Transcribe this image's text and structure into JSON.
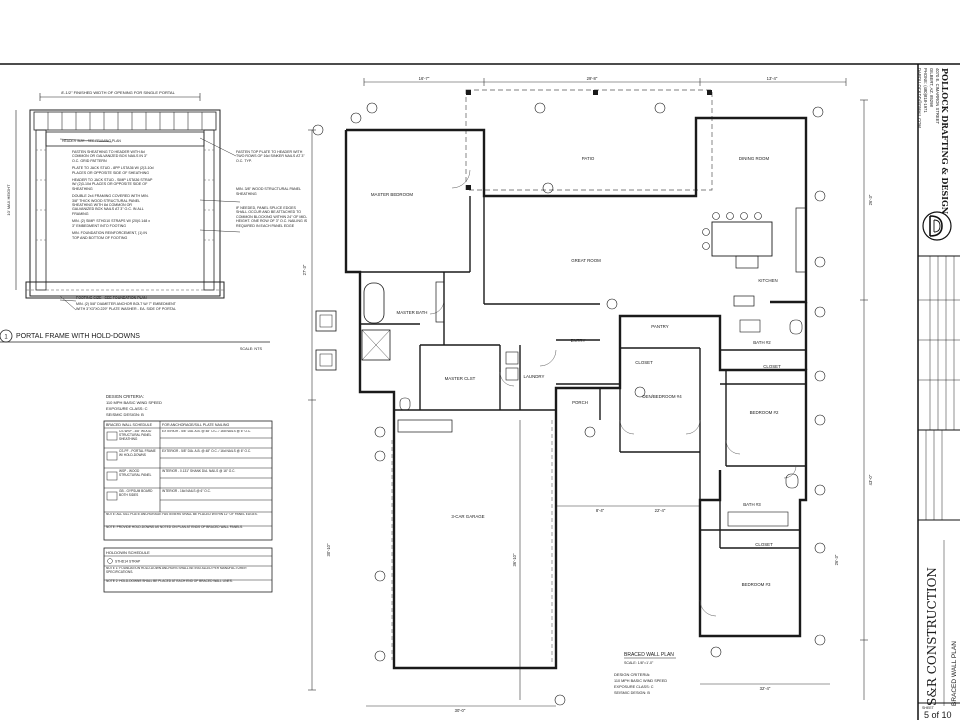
{
  "detail": {
    "top_dim": "8'-1/2\" FINISHED WIDTH OF OPENING FOR SINGLE PORTAL",
    "side_dim": "10' MAX HEIGHT",
    "notes_left": [
      "HEADER SIZE - SEE FRAMING PLAN",
      "FASTEN SHEATHING TO HEADER WITH 8d COMMON OR GALVANIZED BOX NAILS IN 3\" O.C. GRID PATTERN",
      "PLATE TO JACK STUD - 8PP LSTA36 W/ (2)3-10d PLACES OR OPPOSITE SIDE OF SHEATHING",
      "HEADER TO JACK STUD - SIMP LSTA36 STRAP W/ (2)3-10d PLACES OR OPPOSITE SIDE OF SHEATHING",
      "DOUBLE 2x4 FRAMING COVERED WITH MIN. 3/8\" THICK WOOD STRUCTURAL PANEL SHEATHING WITH 8d COMMON OR GALVANIZED BOX NAILS AT 3\" O.C. IN ALL FRAMING",
      "MIN. (2) SIMP. STHD10 STRAPS W/ (20)0.148 x 3\" EMBEDMENT INTO FOOTING",
      "MIN. FOUNDATION REINFORCEMENT, (1) IN TOP AND BOTTOM OF FOOTING",
      "FOOTING SIZE - SEE FOUNDATION PLAN",
      "MIN. (2) 5/8\" DIAMETER ANCHOR BOLT W/ 7\" EMBEDMENT WITH 3\"X3\"X0.229\" PLATE WASHER - EA. SIDE OF PORTAL"
    ],
    "notes_right": [
      "FASTEN TOP PLATE TO HEADER WITH TWO ROWS OF 16d SINKER NAILS AT 3\" O.C. TYP.",
      "MIN. 3/8\" WOOD STRUCTURAL PANEL SHEATHING",
      "IF NEEDED, PANEL SPLICE EDGES SHALL OCCUR AND BE ATTACHED TO COMMON BLOCKING WITHIN 24\" OF MID-HEIGHT. ONE ROW OF 3\" O.C. NAILING IS REQUIRED IN EACH PANEL EDGE"
    ],
    "title": "PORTAL FRAME WITH HOLD-DOWNS",
    "number": "1",
    "scale": "SCALE: NTS"
  },
  "design_criteria_left": {
    "heading": "DESIGN CRITERIA:",
    "lines": [
      "110 MPH BASIC WIND SPEED",
      "EXPOSURE CLASS: C",
      "SEISMIC DESIGN: B"
    ]
  },
  "braced_schedule": {
    "col_method": "BRACED WALL SCHEDULE",
    "col_nailing": "FOR ANCHORAGE/SILL PLATE NAILING",
    "rows": [
      {
        "method": "CS-WSP - 3/8\" WOOD STRUCTURAL PANEL SHEATHING",
        "nailing": "EXTERIOR - 5/8\" DIA. A.B. @ 48\" O.C. / 16d NAILS @ 6\" O.C."
      },
      {
        "method": "CS-PF - PORTAL FRAME W/ HOLD-DOWNS",
        "nailing": "EXTERIOR - 5/8\" DIA. A.B. @ 48\" O.C. / 16d NAILS @ 6\" O.C."
      },
      {
        "method": "WSP - WOOD STRUCTURAL PANEL",
        "nailing": "INTERIOR - 0.131\" SHANK DIA. NAILS @ 16\" O.C."
      },
      {
        "method": "GB - GYPSUM BOARD BOTH SIDES",
        "nailing": "INTERIOR - 16d NAILS @ 6\" O.C."
      }
    ],
    "note_1": "NOTE: ALL SILL PLATE ANCHORAGE FASTENERS SHALL BE PLACED WITHIN 12\" OF PANEL EDGES.",
    "note_2": "NOTE: PROVIDE HOLD-DOWNS AS NOTED ON PLAN AT ENDS OF BRACED WALL PANELS."
  },
  "holdown": {
    "title": "HOLDOWN SCHEDULE",
    "rows": [
      "STHD14 STRAP"
    ],
    "note_1": "NOTE 1: FOUNDATION HOLD-DOWN ANCHORS SHALL BE INSTALLED PER MANUFACTURER SPECIFICATIONS.",
    "note_2": "NOTE 2: HOLD-DOWNS SHALL BE PLACED AT EACH END OF BRACED WALL LINES."
  },
  "rooms": {
    "patio": "PATIO",
    "dining": "DINING ROOM",
    "master_bedroom": "MASTER BEDROOM",
    "great_room": "GREAT ROOM",
    "kitchen": "KITCHEN",
    "master_bath": "MASTER BATH",
    "pantry": "PANTRY",
    "entry": "ENTRY",
    "bath2": "BATH #2",
    "closet1": "CLOSET",
    "closet2": "CLOSET",
    "closet3": "CLOSET",
    "master_closet": "MASTER CLST",
    "laundry": "LAUNDRY",
    "den": "DEN/BEDROOM #4",
    "bedroom2": "BEDROOM #2",
    "porch": "PORCH",
    "garage": "3-CAR GARAGE",
    "bath3": "BATH #3",
    "bedroom3": "BEDROOM #3"
  },
  "dims": {
    "top_a": "16'-7\"",
    "top_b": "29'-8\"",
    "top_c": "13'-4\"",
    "right_a": "26'-3\"",
    "right_b": "43'-0\"",
    "right_c": "26'-3\"",
    "left_a": "27'-3\"",
    "left_b": "30'-10\"",
    "mid_a": "8'-4\"",
    "mid_b": "22'-4\"",
    "mid_c": "36'-10\"",
    "bot_a": "30'-0\"",
    "bot_b": "32'-4\""
  },
  "plan": {
    "title": "BRACED WALL PLAN",
    "scale": "SCALE: 1/8\"=1'-0\"",
    "criteria_heading": "DESIGN CRITERIA:",
    "criteria_lines": [
      "110 MPH BASIC WIND SPEED",
      "EXPOSURE CLASS: C",
      "SEISMIC DESIGN: B"
    ]
  },
  "title_block": {
    "company": "POLLOCK DRAFTING & DESIGN",
    "address1": "4070 E. CIMARRON STREET",
    "address2": "GILBERT, AZ. 85298",
    "phone": "PHONE: (480)818-1971",
    "email": "DAPOLLOCKDD@GMAIL.COM",
    "project": "S&R CONSTRUCTION",
    "sheet_name": "BRACED WALL PLAN",
    "sheet_label": "SHEET",
    "sheet_number": "5 of 10"
  }
}
